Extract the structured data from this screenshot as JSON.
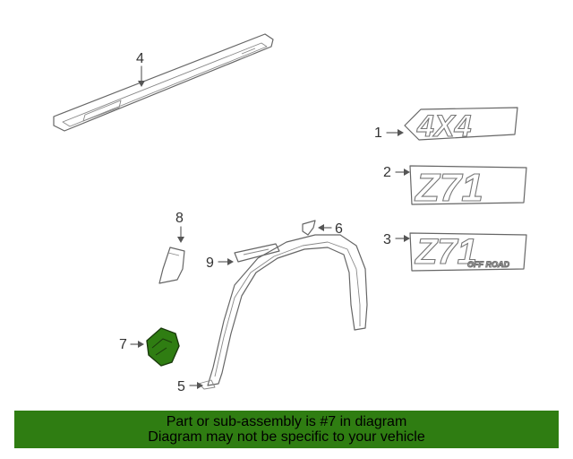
{
  "colors": {
    "banner_bg": "#2f7d12",
    "highlight_part": "#2f7d12",
    "line": "#666666"
  },
  "callouts": {
    "c1": "1",
    "c2": "2",
    "c3": "3",
    "c4": "4",
    "c5": "5",
    "c6": "6",
    "c7": "7",
    "c8": "8",
    "c9": "9"
  },
  "emblems": {
    "badge_4x4": "4X4",
    "badge_z71": "Z71",
    "badge_z71_offroad": "Z71",
    "offroad_text": "OFF ROAD"
  },
  "highlighted_part": "7",
  "footer": {
    "line1": "Part or sub-assembly is #7 in diagram",
    "line2": "Diagram may not be specific to your vehicle"
  }
}
